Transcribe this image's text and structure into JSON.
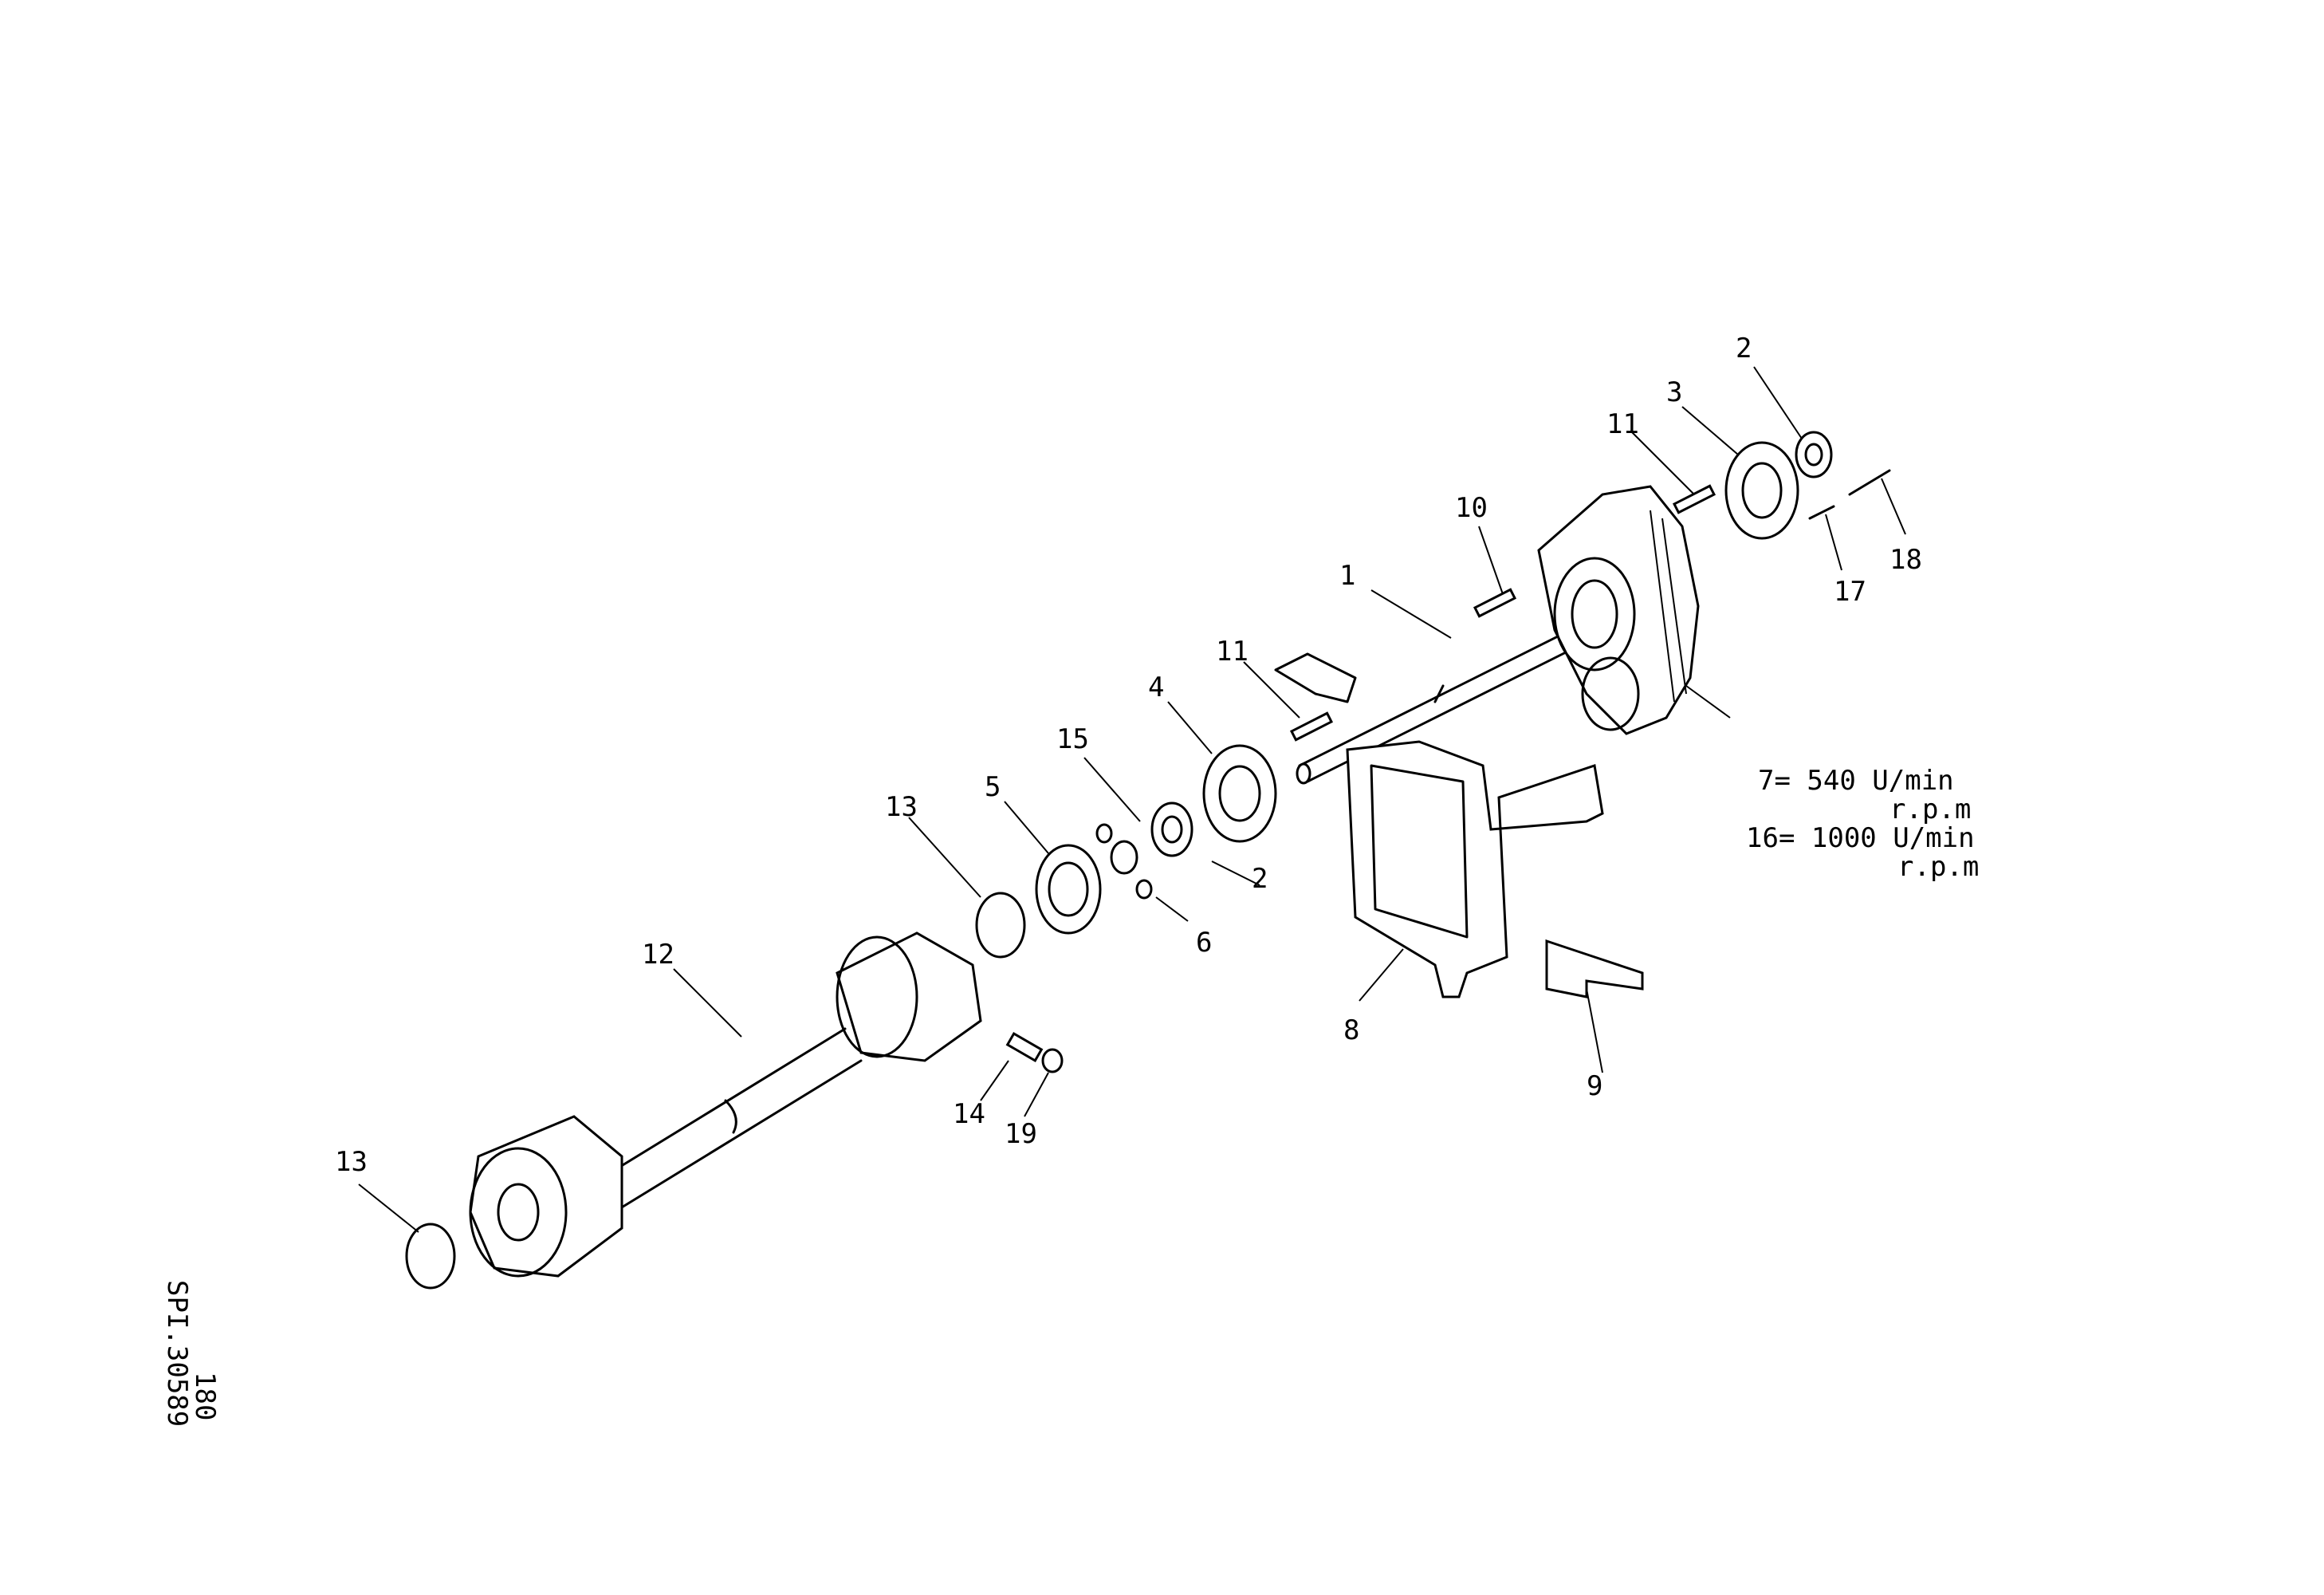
{
  "callouts": [
    "1",
    "2",
    "2",
    "3",
    "4",
    "5",
    "6",
    "8",
    "9",
    "10",
    "11",
    "11",
    "12",
    "13",
    "13",
    "14",
    "15",
    "17",
    "18",
    "19"
  ],
  "legend": {
    "line1": "7= 540 U/min",
    "line2": "r.p.m",
    "line3": "16= 1000 U/min",
    "line4": "r.p.m"
  },
  "sheet": {
    "page": "180",
    "code": "SPI.30589"
  }
}
